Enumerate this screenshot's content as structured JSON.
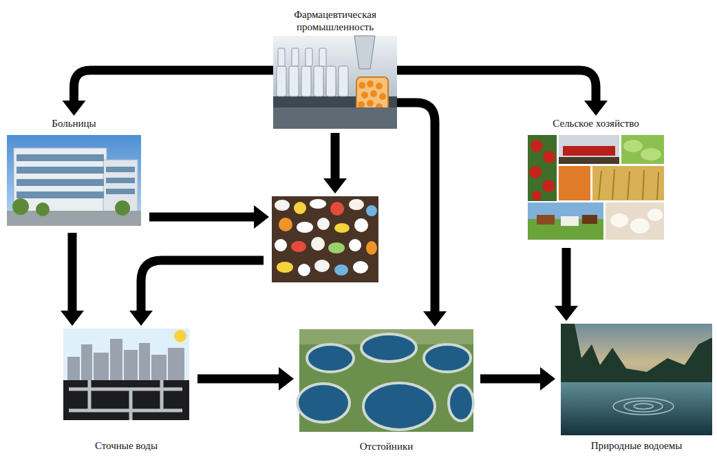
{
  "diagram": {
    "nodes": [
      {
        "text": [
          "Фармацевтическая промышленность"
        ]
      },
      {
        "text": [
          "Больницы"
        ]
      },
      {
        "text": [
          "Сельское хозяйство"
        ]
      },
      {
        "text": []
      },
      {
        "text": [
          "Сточные воды"
        ]
      },
      {
        "text": [
          "Отстойники"
        ]
      },
      {
        "text": [
          "Природные водоемы"
        ]
      }
    ],
    "edges": [
      {
        "from": 0,
        "to": 1,
        "arrow": "to"
      },
      {
        "from": 0,
        "to": 2,
        "arrow": "to"
      },
      {
        "from": 0,
        "to": 3,
        "arrow": "to"
      },
      {
        "from": 0,
        "to": 5,
        "arrow": "to"
      },
      {
        "from": 1,
        "to": 3,
        "arrow": "to"
      },
      {
        "from": 1,
        "to": 4,
        "arrow": "to"
      },
      {
        "from": 3,
        "to": 4,
        "arrow": "to"
      },
      {
        "from": 2,
        "to": 6,
        "arrow": "to"
      },
      {
        "from": 4,
        "to": 5,
        "arrow": "to"
      },
      {
        "from": 5,
        "to": 6,
        "arrow": "to"
      }
    ]
  }
}
